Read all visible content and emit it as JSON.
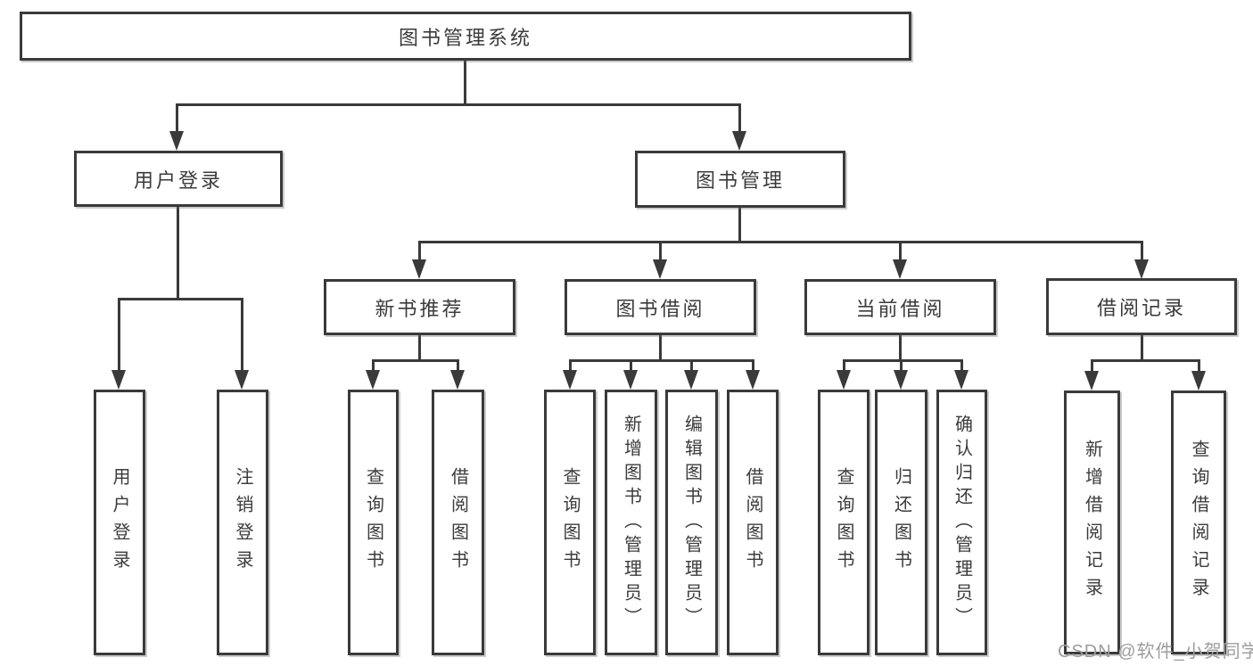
{
  "diagram": {
    "type": "hierarchy-flowchart",
    "watermark": "CSDN @软件_小贺同学",
    "colors": {
      "line": "#3a3a3a",
      "box_border": "#3a3a3a",
      "text": "#3b3b3b",
      "watermark": "#9d9d9d",
      "background": "#ffffff"
    },
    "nodes": {
      "root": {
        "label": "图书管理系统"
      },
      "user_login": {
        "label": "用户登录"
      },
      "book_mgmt": {
        "label": "图书管理"
      },
      "new_book_rec": {
        "label": "新书推荐"
      },
      "book_borrow": {
        "label": "图书借阅"
      },
      "current_borrow": {
        "label": "当前借阅"
      },
      "borrow_records": {
        "label": "借阅记录"
      },
      "leaf_user_login": {
        "label": "用户登录"
      },
      "leaf_logout": {
        "label": "注销登录"
      },
      "leaf_query_book_rec": {
        "label": "查询图书"
      },
      "leaf_borrow_book_rec": {
        "label": "借阅图书"
      },
      "leaf_query_book_borrow": {
        "label": "查询图书"
      },
      "leaf_add_book": {
        "label": "新增图书（管理员）"
      },
      "leaf_edit_book": {
        "label": "编辑图书（管理员）"
      },
      "leaf_borrow_book": {
        "label": "借阅图书"
      },
      "leaf_query_book_current": {
        "label": "查询图书"
      },
      "leaf_return_book": {
        "label": "归还图书"
      },
      "leaf_confirm_return": {
        "label": "确认归还（管理员）"
      },
      "leaf_add_borrow_record": {
        "label": "新增借阅记录"
      },
      "leaf_query_borrow_record": {
        "label": "查询借阅记录"
      }
    },
    "hierarchy": {
      "图书管理系统": {
        "用户登录": [
          "用户登录",
          "注销登录"
        ],
        "图书管理": {
          "新书推荐": [
            "查询图书",
            "借阅图书"
          ],
          "图书借阅": [
            "查询图书",
            "新增图书（管理员）",
            "编辑图书（管理员）",
            "借阅图书"
          ],
          "当前借阅": [
            "查询图书",
            "归还图书",
            "确认归还（管理员）"
          ],
          "借阅记录": [
            "新增借阅记录",
            "查询借阅记录"
          ]
        }
      }
    }
  }
}
